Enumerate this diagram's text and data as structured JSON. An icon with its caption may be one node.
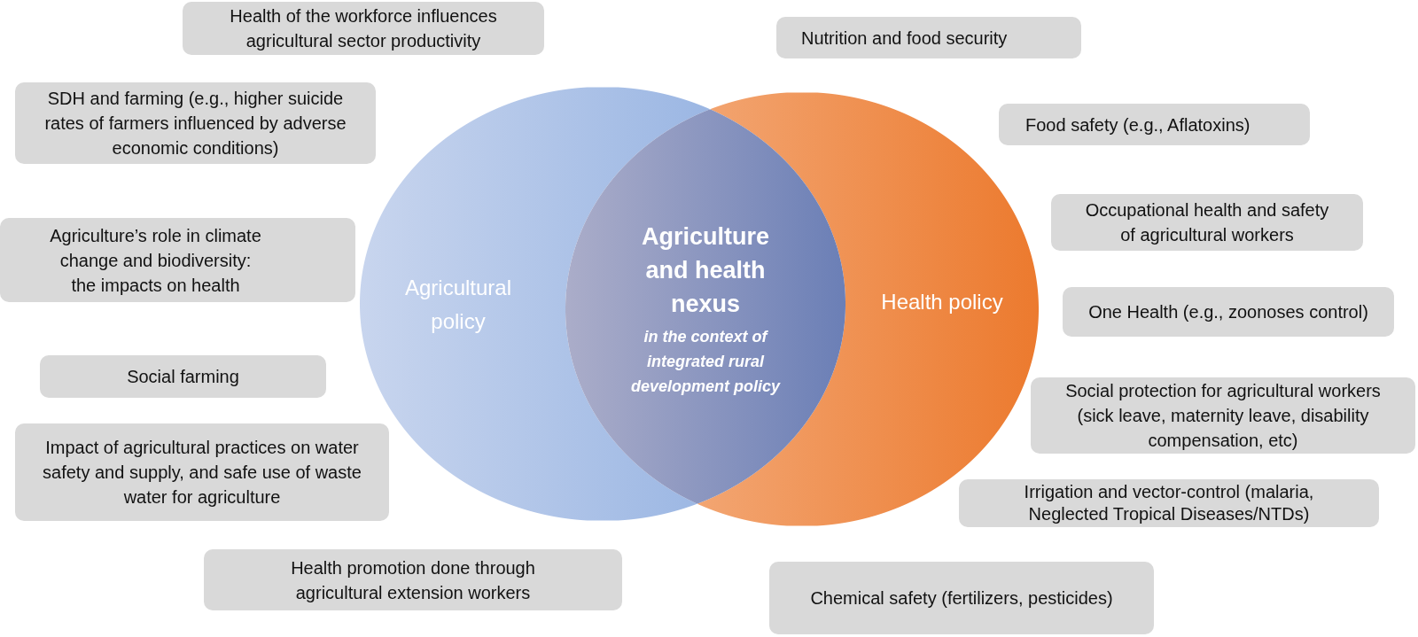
{
  "diagram": {
    "nodes": [
      {
        "text": [
          "Agricultural policy"
        ]
      },
      {
        "text": [
          "Agriculture and health nexus",
          "in the context of integrated rural development policy"
        ]
      },
      {
        "text": [
          "Health policy"
        ]
      },
      {
        "text": [
          "Health of the workforce influences agricultural sector productivity"
        ]
      },
      {
        "text": [
          "SDH and farming (e.g., higher suicide rates of farmers influenced by adverse economic conditions)"
        ]
      },
      {
        "text": [
          "Agriculture’s role in climate change and biodiversity: the impacts on health"
        ]
      },
      {
        "text": [
          "Social farming"
        ]
      },
      {
        "text": [
          "Impact of agricultural practices on water safety and supply, and safe use of waste water for agriculture"
        ]
      },
      {
        "text": [
          "Health promotion done through agricultural extension workers"
        ]
      },
      {
        "text": [
          "Nutrition and food security"
        ]
      },
      {
        "text": [
          "Food safety (e.g., Aflatoxins)"
        ]
      },
      {
        "text": [
          "Occupational health and safety of agricultural workers"
        ]
      },
      {
        "text": [
          "One Health (e.g., zoonoses control)"
        ]
      },
      {
        "text": [
          "Social protection for agricultural workers (sick leave, maternity leave, disability compensation, etc)"
        ]
      },
      {
        "text": [
          "Irrigation and vector-control (malaria, Neglected Tropical Diseases/NTDs)"
        ]
      },
      {
        "text": [
          "Chemical safety (fertilizers, pesticides)"
        ]
      }
    ]
  }
}
